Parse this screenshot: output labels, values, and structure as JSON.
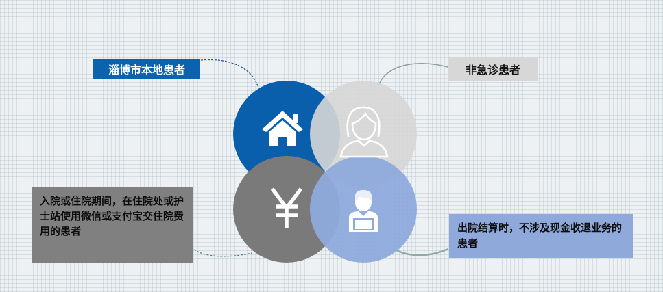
{
  "diagram": {
    "labels": {
      "top_left": "淄博市本地患者",
      "top_right": "非急诊患者",
      "bottom_left": "入院或住院期间，在住院处或护士站使用微信或支付宝交住院费用的患者",
      "bottom_right": "出院结算时，不涉及现金收退业务的患者"
    },
    "circles": {
      "top_left": {
        "color": "#0a5fad",
        "icon": "house-icon"
      },
      "top_right": {
        "color": "#d6d6d6",
        "icon": "woman-icon"
      },
      "bottom_left": {
        "color": "#7a7a7a",
        "icon": "yen-icon"
      },
      "bottom_right": {
        "color": "#8eaadc",
        "icon": "worker-laptop-icon"
      }
    },
    "connector_colors": {
      "top_left": "#1b5d9a",
      "top_right": "#8aa0a5",
      "bottom_left": "#5c7f9a",
      "bottom_right": "#8fa9aa"
    }
  }
}
